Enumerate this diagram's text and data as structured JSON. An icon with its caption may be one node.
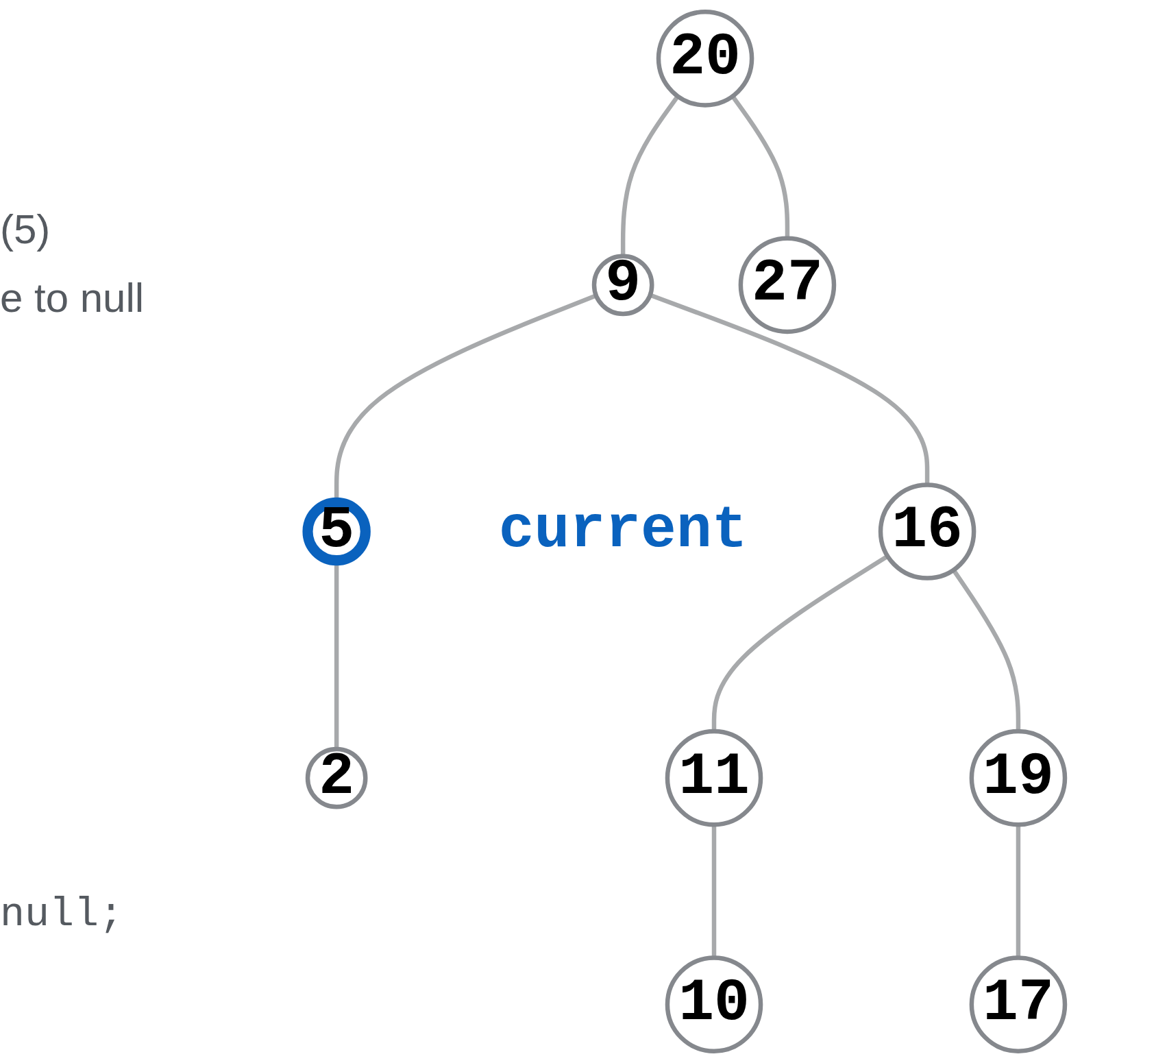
{
  "diagram": {
    "nodes": [
      {
        "text": [
          "20"
        ]
      },
      {
        "text": [
          "9"
        ]
      },
      {
        "text": [
          "27"
        ]
      },
      {
        "text": [
          "5"
        ],
        "beside": [
          "current"
        ]
      },
      {
        "text": [
          "16"
        ]
      },
      {
        "text": [
          "2"
        ]
      },
      {
        "text": [
          "11"
        ]
      },
      {
        "text": [
          "19"
        ]
      },
      {
        "text": [
          "10"
        ]
      },
      {
        "text": [
          "17"
        ]
      }
    ],
    "edges": [
      {
        "from": 0,
        "to": 1,
        "arrow": "none"
      },
      {
        "from": 0,
        "to": 2,
        "arrow": "none"
      },
      {
        "from": 1,
        "to": 3,
        "arrow": "none"
      },
      {
        "from": 1,
        "to": 4,
        "arrow": "none"
      },
      {
        "from": 3,
        "to": 5,
        "arrow": "none"
      },
      {
        "from": 4,
        "to": 6,
        "arrow": "none"
      },
      {
        "from": 4,
        "to": 7,
        "arrow": "none"
      },
      {
        "from": 6,
        "to": 8,
        "arrow": "none"
      },
      {
        "from": 7,
        "to": 9,
        "arrow": "none"
      }
    ],
    "labels": [
      "(5)",
      "e to null",
      "null;"
    ]
  }
}
